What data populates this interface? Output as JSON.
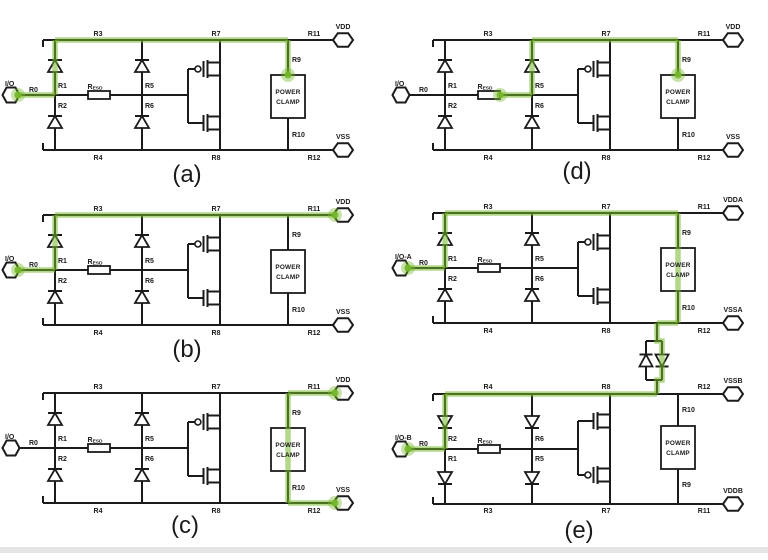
{
  "figure": {
    "background": "#ffffff",
    "ink_color": "#1b1b1b",
    "highlight_color": "#76b82a",
    "circuits": [
      {
        "id": "a",
        "caption": "(a)",
        "pads": {
          "io": "I/O",
          "top": "VDD",
          "bottom": "VSS"
        },
        "labels": {
          "r0": "R0",
          "r1": "R1",
          "r2": "R2",
          "r3": "R3",
          "r4": "R4",
          "r5": "R5",
          "r6": "R6",
          "r7": "R7",
          "r8": "R8",
          "r9": "R9",
          "r10": "R10",
          "r11": "R11",
          "r12": "R12",
          "resd_main": "R",
          "resd_sub": "ESD"
        },
        "clamp": [
          "POWER",
          "CLAMP"
        ],
        "highlight": {
          "segments": [
            "io-wire",
            "diode-r1-up",
            "vdd-rail-to-clamp",
            "clamp-drop"
          ],
          "dots": [
            "io-pad",
            "clamp-top"
          ]
        }
      },
      {
        "id": "b",
        "caption": "(b)",
        "pads": {
          "io": "I/O",
          "top": "VDD",
          "bottom": "VSS"
        },
        "labels": {
          "r0": "R0",
          "r1": "R1",
          "r2": "R2",
          "r3": "R3",
          "r4": "R4",
          "r5": "R5",
          "r6": "R6",
          "r7": "R7",
          "r8": "R8",
          "r9": "R9",
          "r10": "R10",
          "r11": "R11",
          "r12": "R12",
          "resd_main": "R",
          "resd_sub": "ESD"
        },
        "clamp": [
          "POWER",
          "CLAMP"
        ],
        "highlight": {
          "segments": [
            "io-wire",
            "diode-r1-up",
            "vdd-rail-to-pad"
          ],
          "dots": [
            "io-pad",
            "vdd-pad"
          ]
        }
      },
      {
        "id": "c",
        "caption": "(c)",
        "pads": {
          "io": "I/O",
          "top": "VDD",
          "bottom": "VSS"
        },
        "labels": {
          "r0": "R0",
          "r1": "R1",
          "r2": "R2",
          "r3": "R3",
          "r4": "R4",
          "r5": "R5",
          "r6": "R6",
          "r7": "R7",
          "r8": "R8",
          "r9": "R9",
          "r10": "R10",
          "r11": "R11",
          "r12": "R12",
          "resd_main": "R",
          "resd_sub": "ESD"
        },
        "clamp": [
          "POWER",
          "CLAMP"
        ],
        "highlight": {
          "segments": [
            "vdd-pad-to-clamp",
            "clamp-through",
            "vss-clamp-to-pad"
          ],
          "dots": [
            "vdd-pad",
            "vss-pad"
          ]
        }
      },
      {
        "id": "d",
        "caption": "(d)",
        "pads": {
          "io": "I/O",
          "top": "VDD",
          "bottom": "VSS"
        },
        "labels": {
          "r0": "R0",
          "r1": "R1",
          "r2": "R2",
          "r3": "R3",
          "r4": "R4",
          "r5": "R5",
          "r6": "R6",
          "r7": "R7",
          "r8": "R8",
          "r9": "R9",
          "r10": "R10",
          "r11": "R11",
          "r12": "R12",
          "resd_main": "R",
          "resd_sub": "ESD"
        },
        "clamp": [
          "POWER",
          "CLAMP"
        ],
        "highlight": {
          "segments": [
            "resd-to-col2",
            "diode-r5-up",
            "vdd-rail-col2-to-clamp",
            "clamp-drop"
          ],
          "dots": [
            "resd-right",
            "clamp-top"
          ]
        }
      },
      {
        "id": "e_top",
        "caption": "",
        "pads": {
          "io": "I/O-A",
          "top": "VDDA",
          "bottom": "VSSA"
        },
        "labels": {
          "r0": "R0",
          "r1": "R1",
          "r2": "R2",
          "r3": "R3",
          "r4": "R4",
          "r5": "R5",
          "r6": "R6",
          "r7": "R7",
          "r8": "R8",
          "r9": "R9",
          "r10": "R10",
          "r11": "R11",
          "r12": "R12",
          "resd_main": "R",
          "resd_sub": "ESD"
        },
        "clamp": [
          "POWER",
          "CLAMP"
        ],
        "highlight": {
          "segments": [
            "io-wire",
            "diode-r1-up",
            "vdd-rail-to-clamp",
            "clamp-through",
            "vss-rail-clamp-to-branch"
          ],
          "dots": [
            "io-pad"
          ]
        }
      },
      {
        "id": "e_bottom",
        "caption": "(e)",
        "pads": {
          "io": "I/O-B",
          "top": "VDDB",
          "bottom": "VSSB"
        },
        "labels": {
          "r0": "R0",
          "r1": "R1",
          "r2": "R2",
          "r3": "R3",
          "r4": "R4",
          "r5": "R5",
          "r6": "R6",
          "r7": "R7",
          "r8": "R8",
          "r9": "R9",
          "r10": "R10",
          "r11": "R11",
          "r12": "R12",
          "resd_main": "R",
          "resd_sub": "ESD"
        },
        "clamp": [
          "POWER",
          "CLAMP"
        ],
        "highlight": {
          "segments": [
            "rail-branch-to-col1",
            "diode-r2-down",
            "io-wire"
          ],
          "dots": [
            "io-pad"
          ]
        }
      }
    ],
    "coupling_diodes": {
      "between": [
        "VSSA",
        "VSSB"
      ],
      "highlighted": true
    }
  }
}
